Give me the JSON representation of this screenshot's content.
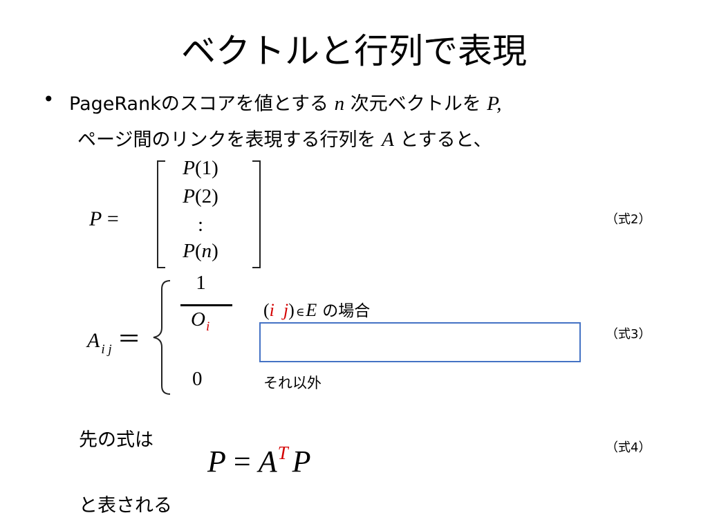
{
  "title": "ベクトルと行列で表現",
  "bullet": {
    "marker": "•",
    "line1_prefix": "PageRankのスコアを値とする",
    "line1_var": "n",
    "line1_mid": "次元ベクトルを",
    "line1_var2": "P,",
    "line2_prefix": "ページ間のリンクを表現する行列を",
    "line2_var": "A",
    "line2_suffix": "とすると、"
  },
  "vector": {
    "lhs_var": "P",
    "lhs_eq": "=",
    "entries": [
      {
        "sym": "P",
        "lp": "(",
        "idx": "1",
        "rp": ")",
        "idx_italic": false
      },
      {
        "sym": "P",
        "lp": "(",
        "idx": "2",
        "rp": ")",
        "idx_italic": false
      },
      {
        "sym": "",
        "lp": "",
        "idx": ":",
        "rp": "",
        "idx_italic": false
      },
      {
        "sym": "P",
        "lp": "(",
        "idx": "n",
        "rp": ")",
        "idx_italic": true
      }
    ]
  },
  "matrix_def": {
    "lhs_var": "A",
    "lhs_sub": "i j",
    "lhs_eq": "＝",
    "frac_num": "1",
    "frac_den_var": "O",
    "frac_den_sub": "i",
    "case1": {
      "lp": "(",
      "i": "i",
      "j": "j",
      "rp": ")",
      "elem": "∈",
      "set": "E",
      "text": "の場合"
    },
    "case2_value": "0",
    "case2_text": "それ以外"
  },
  "eq_refs": [
    "（式2）",
    "（式3）",
    "（式4）"
  ],
  "closing": {
    "intro": "先の式は",
    "formula_lhs": "P",
    "formula_eq": "=",
    "formula_A": "A",
    "formula_T": "T",
    "formula_P": "P",
    "outro": "と表される"
  },
  "colors": {
    "accent_red": "#d40000",
    "box_border": "#4472c4"
  }
}
